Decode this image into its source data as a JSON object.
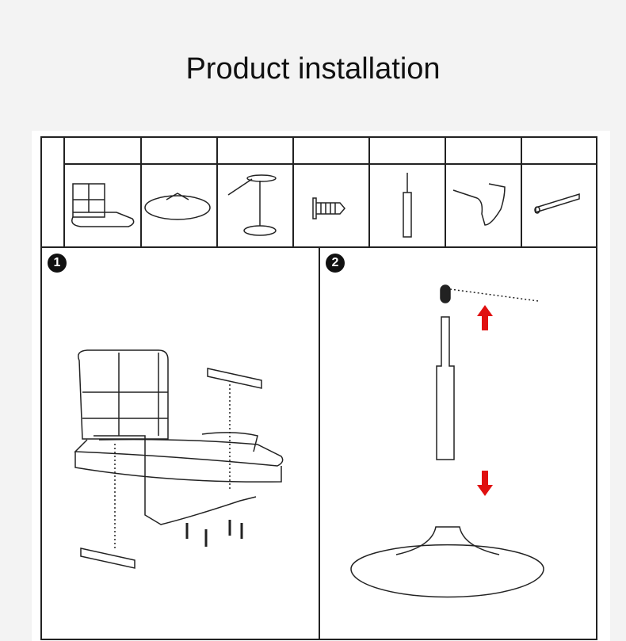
{
  "header": {
    "title": "Product installation"
  },
  "parts": [
    "seat",
    "base",
    "gas-lift-mechanism",
    "screw",
    "gas-cylinder",
    "armrest-frame",
    "armrest-pad"
  ],
  "steps": [
    {
      "number": "1"
    },
    {
      "number": "2"
    }
  ],
  "colors": {
    "arrow": "#e01010",
    "line": "#222222"
  }
}
